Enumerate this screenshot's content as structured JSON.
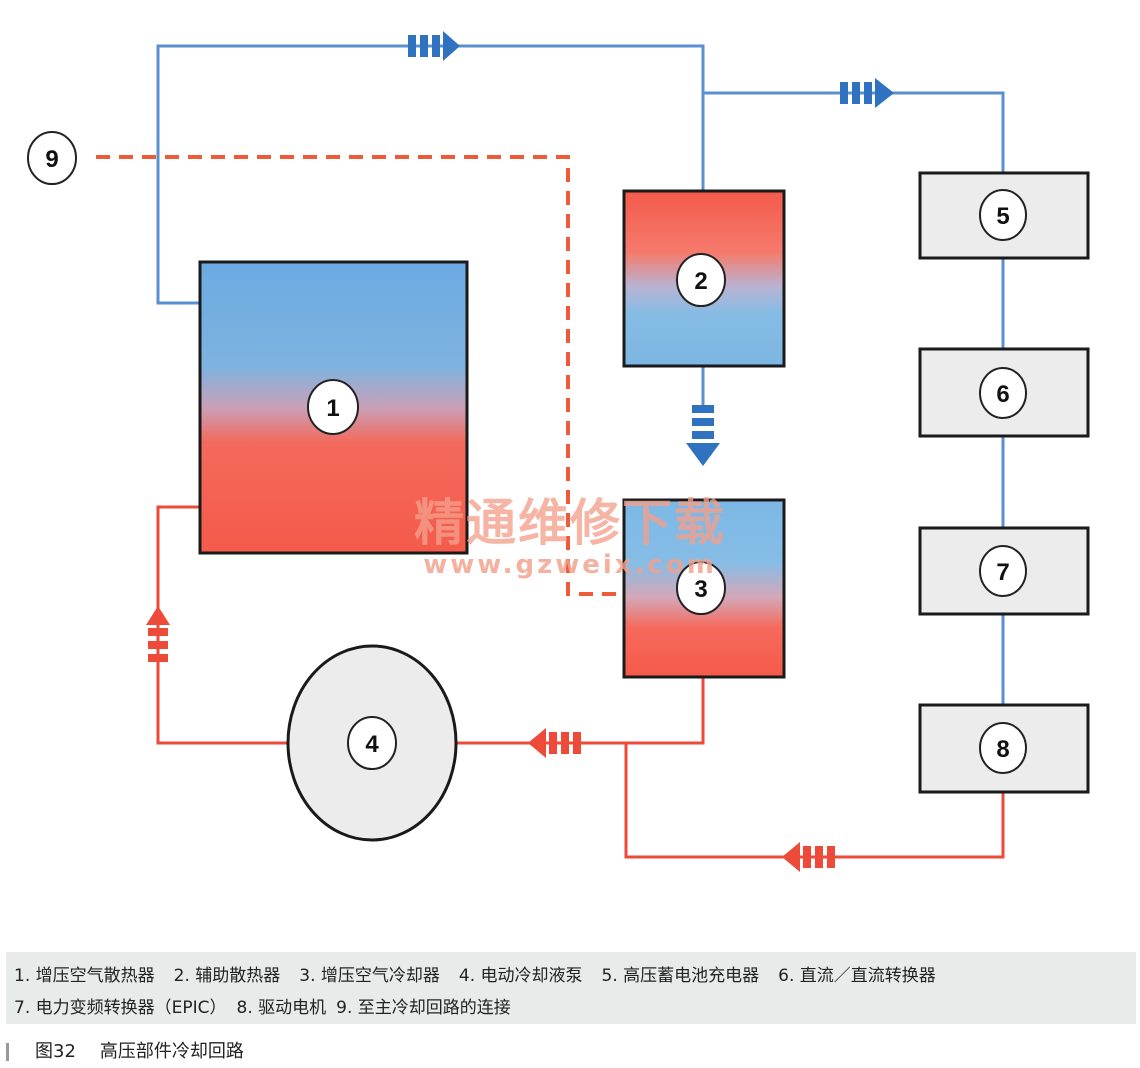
{
  "nodes": {
    "n1": "1",
    "n2": "2",
    "n3": "3",
    "n4": "4",
    "n5": "5",
    "n6": "6",
    "n7": "7",
    "n8": "8",
    "n9": "9"
  },
  "colors": {
    "hot": "#f24a3c",
    "cold": "#4a90c8",
    "line_blue": "#5b8fd0",
    "component_fill": "#ececec"
  },
  "watermark": {
    "cn": "精通维修下载",
    "url": "www.gzweix.com"
  },
  "legend": {
    "row1": [
      "1. 增压空气散热器",
      "2. 辅助散热器",
      "3. 增压空气冷却器",
      "4. 电动冷却液泵",
      "5. 高压蓄电池充电器",
      "6. 直流／直流转换器"
    ],
    "row2": [
      "7. 电力变频转换器（EPIC）",
      "8. 驱动电机",
      "9. 至主冷却回路的连接"
    ]
  },
  "caption": {
    "figure_no": "图32",
    "title": "高压部件冷却回路"
  }
}
